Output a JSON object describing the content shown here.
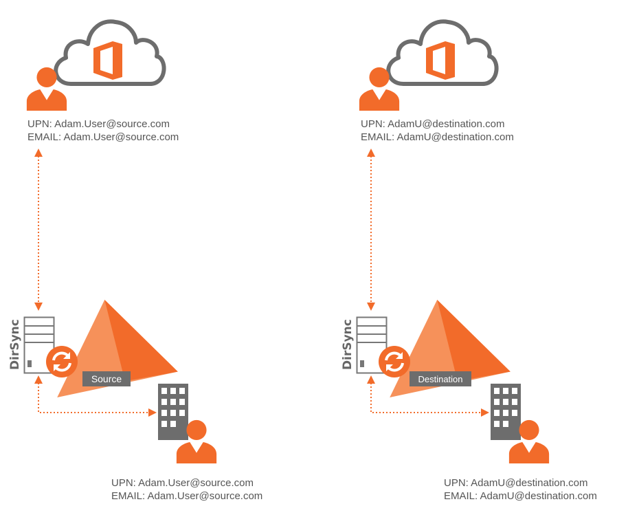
{
  "source": {
    "cloud_user": {
      "upn": "UPN: Adam.User@source.com",
      "email": "EMAIL: Adam.User@source.com"
    },
    "onprem_user": {
      "upn": "UPN: Adam.User@source.com",
      "email": "EMAIL: Adam.User@source.com"
    },
    "directory_label": "Source",
    "sync_label": "DirSync"
  },
  "destination": {
    "cloud_user": {
      "upn": "UPN: AdamU@destination.com",
      "email": "EMAIL: AdamU@destination.com"
    },
    "onprem_user": {
      "upn": "UPN: AdamU@destination.com",
      "email": "EMAIL: AdamU@destination.com"
    },
    "directory_label": "Destination",
    "sync_label": "DirSync"
  },
  "colors": {
    "accent": "#F26B2A",
    "gray": "#6D6D6D"
  },
  "icons": [
    "cloud-icon",
    "office-logo-icon",
    "user-icon",
    "server-icon",
    "sync-icon",
    "pyramid-icon",
    "building-icon"
  ]
}
